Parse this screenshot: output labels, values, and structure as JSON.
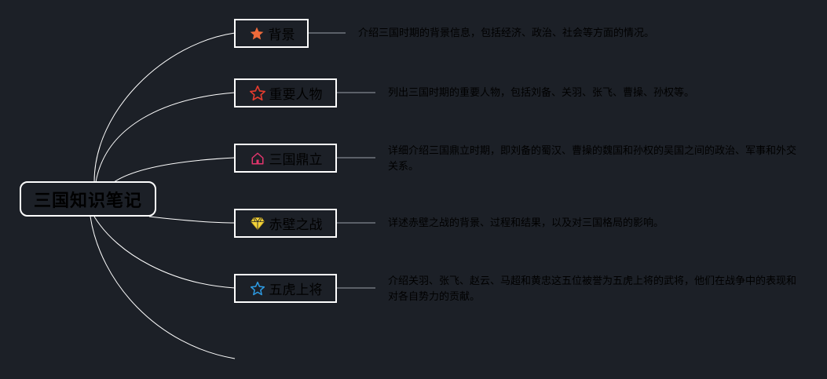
{
  "root": {
    "label": "三国知识笔记"
  },
  "topics": [
    {
      "label": "背景",
      "icon": "star-filled-icon",
      "icon_color": "#ef6a3a",
      "description": "介绍三国时期的背景信息，包括经济、政治、社会等方面的情况。"
    },
    {
      "label": "重要人物",
      "icon": "star-outline-icon",
      "icon_color": "#e23b2e",
      "description": "列出三国时期的重要人物，包括刘备、关羽、张飞、曹操、孙权等。"
    },
    {
      "label": "三国鼎立",
      "icon": "house-icon",
      "icon_color": "#e2356d",
      "description": "详细介绍三国鼎立时期，即刘备的蜀汉、曹操的魏国和孙权的吴国之间的政治、军事和外交关系。"
    },
    {
      "label": "赤壁之战",
      "icon": "diamond-icon",
      "icon_color": "#f4d43a",
      "description": "详述赤壁之战的背景、过程和结果，以及对三国格局的影响。"
    },
    {
      "label": "五虎上将",
      "icon": "star-outline-icon",
      "icon_color": "#2d9be3",
      "description": "介绍关羽、张飞、赵云、马超和黄忠这五位被誉为五虎上将的武将，他们在战争中的表现和对各自势力的贡献。"
    }
  ]
}
